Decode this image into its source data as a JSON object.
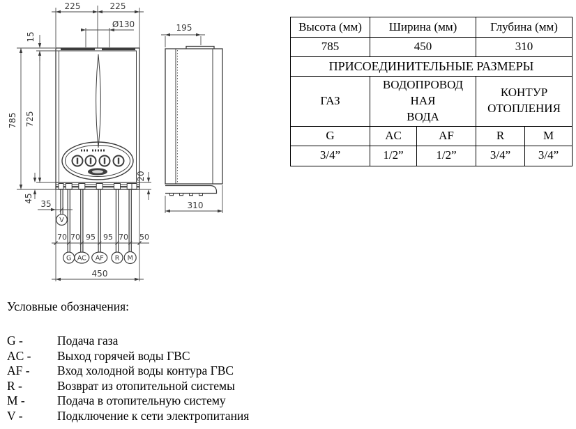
{
  "drawing": {
    "dims": {
      "top_left": "225",
      "top_right": "225",
      "flue_diameter": "Ø130",
      "side_top": "195",
      "left_15": "15",
      "left_785": "785",
      "left_725": "725",
      "left_45": "45",
      "left_35": "35",
      "right_20": "20",
      "spacing": [
        "70",
        "70",
        "95",
        "95",
        "70",
        "50"
      ],
      "bottom_width": "450",
      "side_depth": "310"
    },
    "connections": [
      "G",
      "AC",
      "AF",
      "R",
      "M"
    ],
    "power_label": "V"
  },
  "table": {
    "dim_headers": [
      "Высота (мм)",
      "Ширина (мм)",
      "Глубина (мм)"
    ],
    "dim_values": [
      "785",
      "450",
      "310"
    ],
    "section_title": "ПРИСОЕДИНИТЕЛЬНЫЕ РАЗМЕРЫ",
    "groups": [
      "ГАЗ",
      "ВОДОПРОВОД\nНАЯ\nВОДА",
      "КОНТУР\nОТОПЛЕНИЯ"
    ],
    "codes": [
      "G",
      "AC",
      "AF",
      "R",
      "M"
    ],
    "sizes": [
      "3/4”",
      "1/2”",
      "1/2”",
      "3/4”",
      "3/4”"
    ]
  },
  "legend": {
    "title": "Условные обозначения:",
    "items": [
      {
        "code": "G -",
        "label": "Подача газа"
      },
      {
        "code": "AC -",
        "label": "Выход горячей воды ГВС"
      },
      {
        "code": "AF -",
        "label": "Вход холодной воды контура ГВС"
      },
      {
        "code": "R -",
        "label": "Возврат из отопительной системы"
      },
      {
        "code": "M -",
        "label": "Подача в отопительную систему"
      },
      {
        "code": "V -",
        "label": "Подключение к сети электропитания"
      }
    ]
  }
}
